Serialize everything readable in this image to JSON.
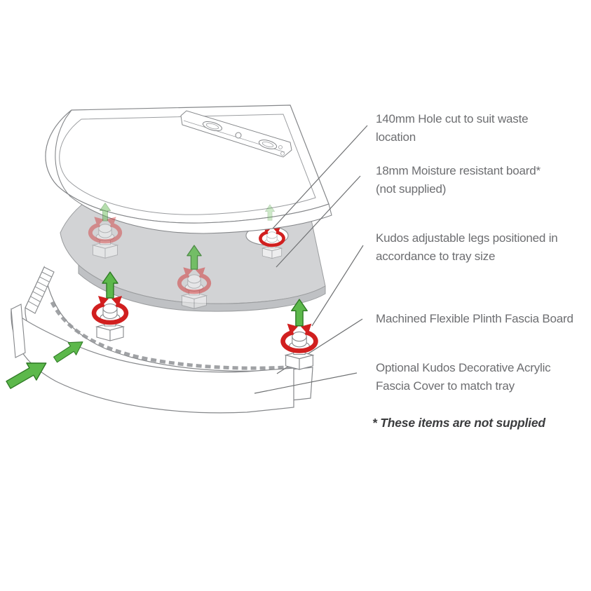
{
  "annotations": [
    {
      "lines": [
        "140mm Hole cut to suit waste",
        "location"
      ]
    },
    {
      "lines": [
        "18mm Moisture resistant board*",
        "(not supplied)"
      ]
    },
    {
      "lines": [
        "Kudos adjustable legs positioned in",
        "accordance to tray size"
      ]
    },
    {
      "lines": [
        "Machined Flexible Plinth Fascia Board"
      ]
    },
    {
      "lines": [
        "Optional Kudos Decorative Acrylic",
        "Fascia Cover to match tray"
      ]
    }
  ],
  "footnote": "* These items are not supplied",
  "icons": {
    "adjust_up": "up-arrow-icon",
    "rotate": "rotate-arrow-icon",
    "insert": "insert-arrow-icon"
  },
  "colors": {
    "accent_green": "#5cb84b",
    "accent_green_dark": "#2f7a25",
    "accent_red": "#d11f1f",
    "board_grey": "#d2d3d5",
    "board_edge_grey": "#bfc1c4",
    "outline_grey": "#85878a",
    "leader_grey": "#6e7072",
    "text_grey": "#6d6e71",
    "footnote_color": "#3b3c3e"
  }
}
